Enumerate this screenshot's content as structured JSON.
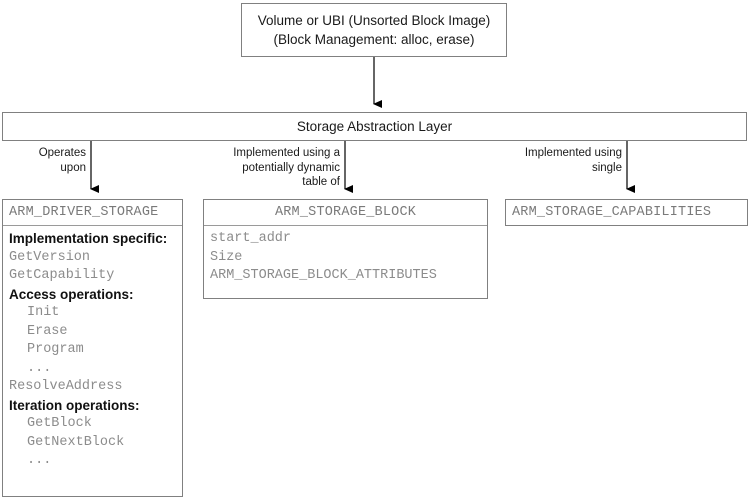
{
  "diagram": {
    "title_box": {
      "lines": [
        "Volume or UBI (Unsorted Block Image)",
        "(Block Management: alloc, erase)"
      ]
    },
    "layer_box": {
      "label": "Storage Abstraction Layer"
    },
    "connector_labels": [
      "Operates\nupon",
      "Implemented using a\npotentially dynamic\ntable of",
      "Implemented using\nsingle"
    ],
    "connector_label_lines": [
      [
        "Operates",
        "upon"
      ],
      [
        "Implemented using a",
        "potentially dynamic",
        "table of"
      ],
      [
        "Implemented using",
        "single"
      ]
    ],
    "boxes": [
      {
        "name": "ARM_DRIVER_STORAGE",
        "title": "ARM_DRIVER_STORAGE",
        "title_align": "left",
        "rows": [
          {
            "text": "Implementation specific:",
            "style": "section",
            "indent": false
          },
          {
            "text": "GetVersion",
            "style": "code",
            "indent": false
          },
          {
            "text": "GetCapability",
            "style": "code",
            "indent": false
          },
          {
            "text": "Access operations:",
            "style": "section",
            "indent": false
          },
          {
            "text": "Init",
            "style": "code",
            "indent": true
          },
          {
            "text": "Erase",
            "style": "code",
            "indent": true
          },
          {
            "text": "Program",
            "style": "code",
            "indent": true
          },
          {
            "text": "...",
            "style": "code",
            "indent": true
          },
          {
            "text": "ResolveAddress",
            "style": "code",
            "indent": false
          },
          {
            "text": "Iteration operations:",
            "style": "section",
            "indent": false
          },
          {
            "text": "GetBlock",
            "style": "code",
            "indent": true
          },
          {
            "text": "GetNextBlock",
            "style": "code",
            "indent": true
          },
          {
            "text": "...",
            "style": "code",
            "indent": true
          }
        ]
      },
      {
        "name": "ARM_STORAGE_BLOCK",
        "title": "ARM_STORAGE_BLOCK",
        "title_align": "center",
        "rows": [
          {
            "text": "start_addr",
            "style": "code",
            "indent": false
          },
          {
            "text": "Size",
            "style": "code",
            "indent": false
          },
          {
            "text": "ARM_STORAGE_BLOCK_ATTRIBUTES",
            "style": "code",
            "indent": false
          }
        ]
      },
      {
        "name": "ARM_STORAGE_CAPABILITIES",
        "title": "ARM_STORAGE_CAPABILITIES",
        "title_align": "left",
        "rows": []
      }
    ],
    "colors": {
      "border": "#808080",
      "code_text": "#8c8c8c",
      "label_text": "#1a1a1a",
      "arrow": "#000000",
      "background": "#ffffff"
    }
  }
}
